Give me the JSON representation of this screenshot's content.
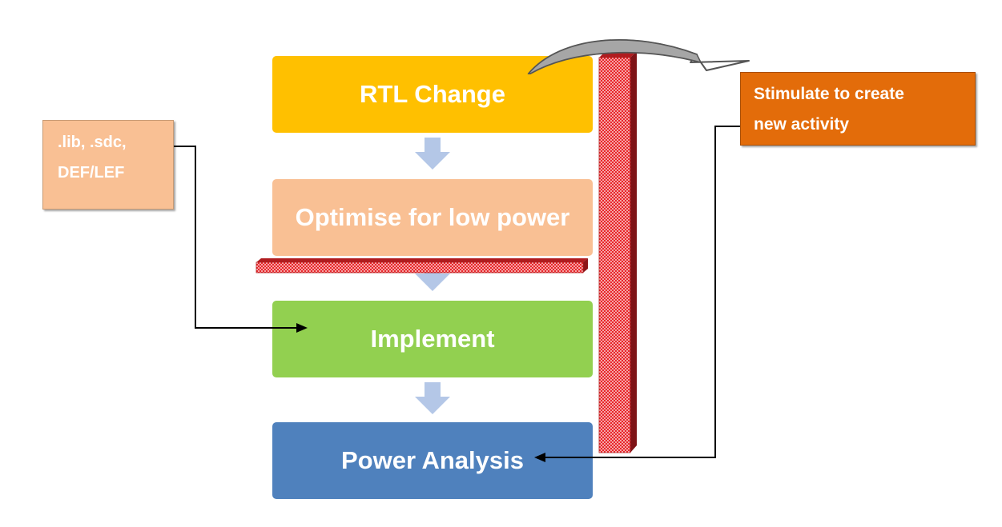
{
  "diagram": {
    "stages": [
      {
        "id": "rtl",
        "label": "RTL Change",
        "color": "#FFC000"
      },
      {
        "id": "optimise",
        "label": "Optimise for low power",
        "color": "#F9C094"
      },
      {
        "id": "implement",
        "label": "Implement",
        "color": "#92D050"
      },
      {
        "id": "power",
        "label": "Power Analysis",
        "color": "#4F81BD"
      }
    ],
    "inputs_note": {
      "lines": [
        ".lib, .sdc,",
        "DEF/LEF"
      ],
      "color": "#F9C094"
    },
    "stimulus_note": {
      "lines": [
        "Stimulate to create",
        "new activity"
      ],
      "color": "#E36C0A"
    },
    "barrier_color": "#E8262A",
    "flow_arrow_color": "#B4C7E7"
  }
}
